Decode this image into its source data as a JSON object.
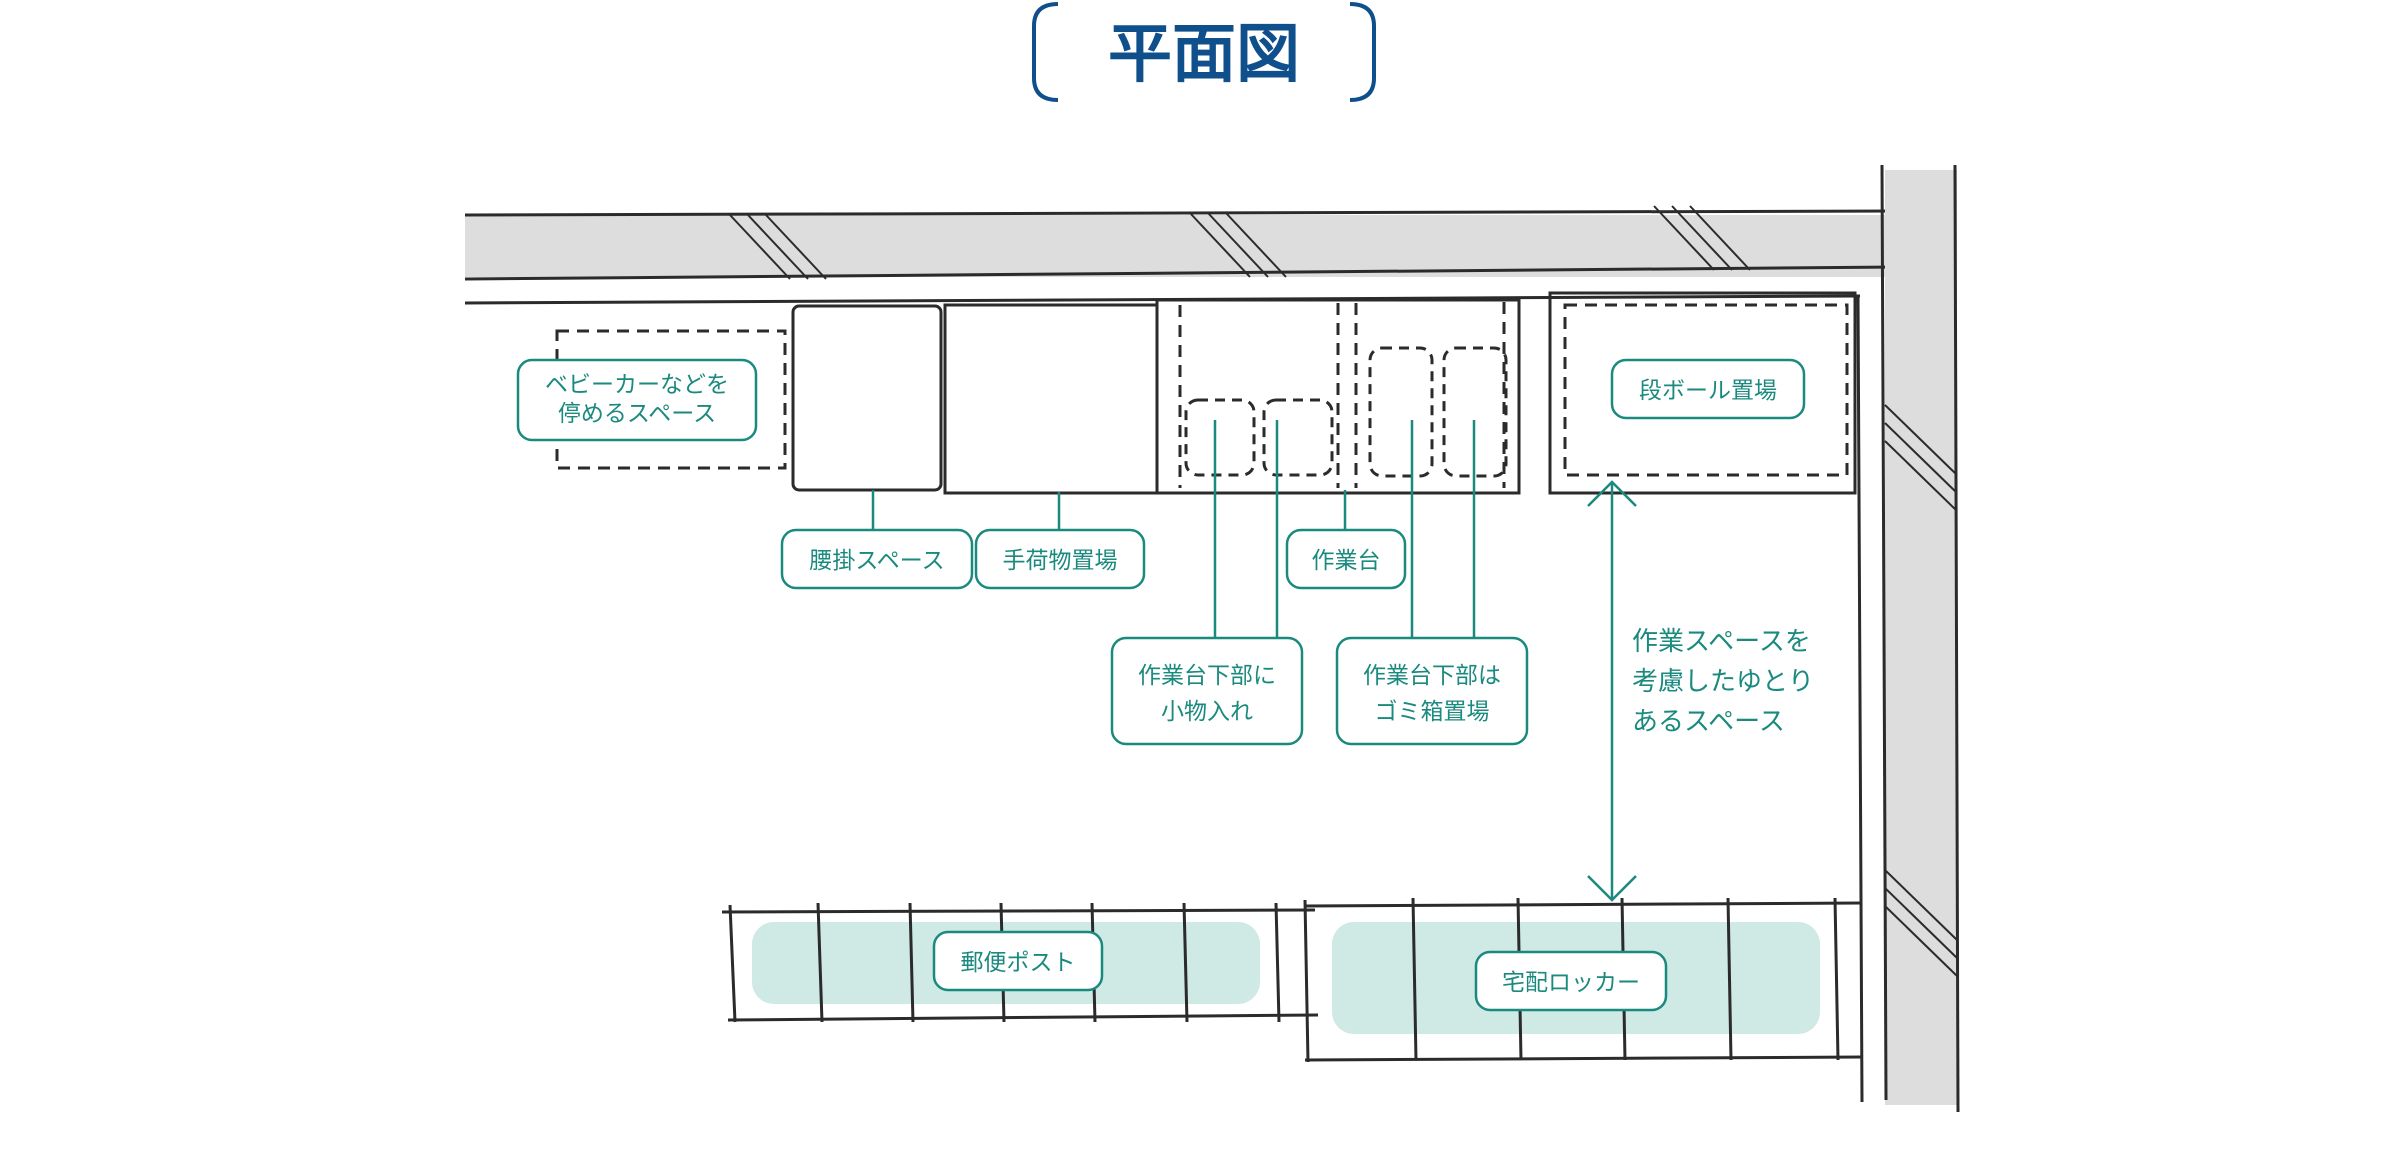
{
  "title": "平面図",
  "colors": {
    "title": "#0f4f8c",
    "accent": "#1b8a7e",
    "fill": "#cfe9e4",
    "stroke": "#2b2b2b",
    "wall": "#dddddd"
  },
  "labels": {
    "stroller_line1": "ベビーカーなどを",
    "stroller_line2": "停めるスペース",
    "seat": "腰掛スペース",
    "baggage": "手荷物置場",
    "workbench": "作業台",
    "small_items_line1": "作業台下部に",
    "small_items_line2": "小物入れ",
    "trash_line1": "作業台下部は",
    "trash_line2": "ゴミ箱置場",
    "cardboard": "段ボール置場",
    "workspace_line1": "作業スペースを",
    "workspace_line2": "考慮したゆとり",
    "workspace_line3": "あるスペース",
    "mailbox": "郵便ポスト",
    "delivery_locker": "宅配ロッカー"
  }
}
